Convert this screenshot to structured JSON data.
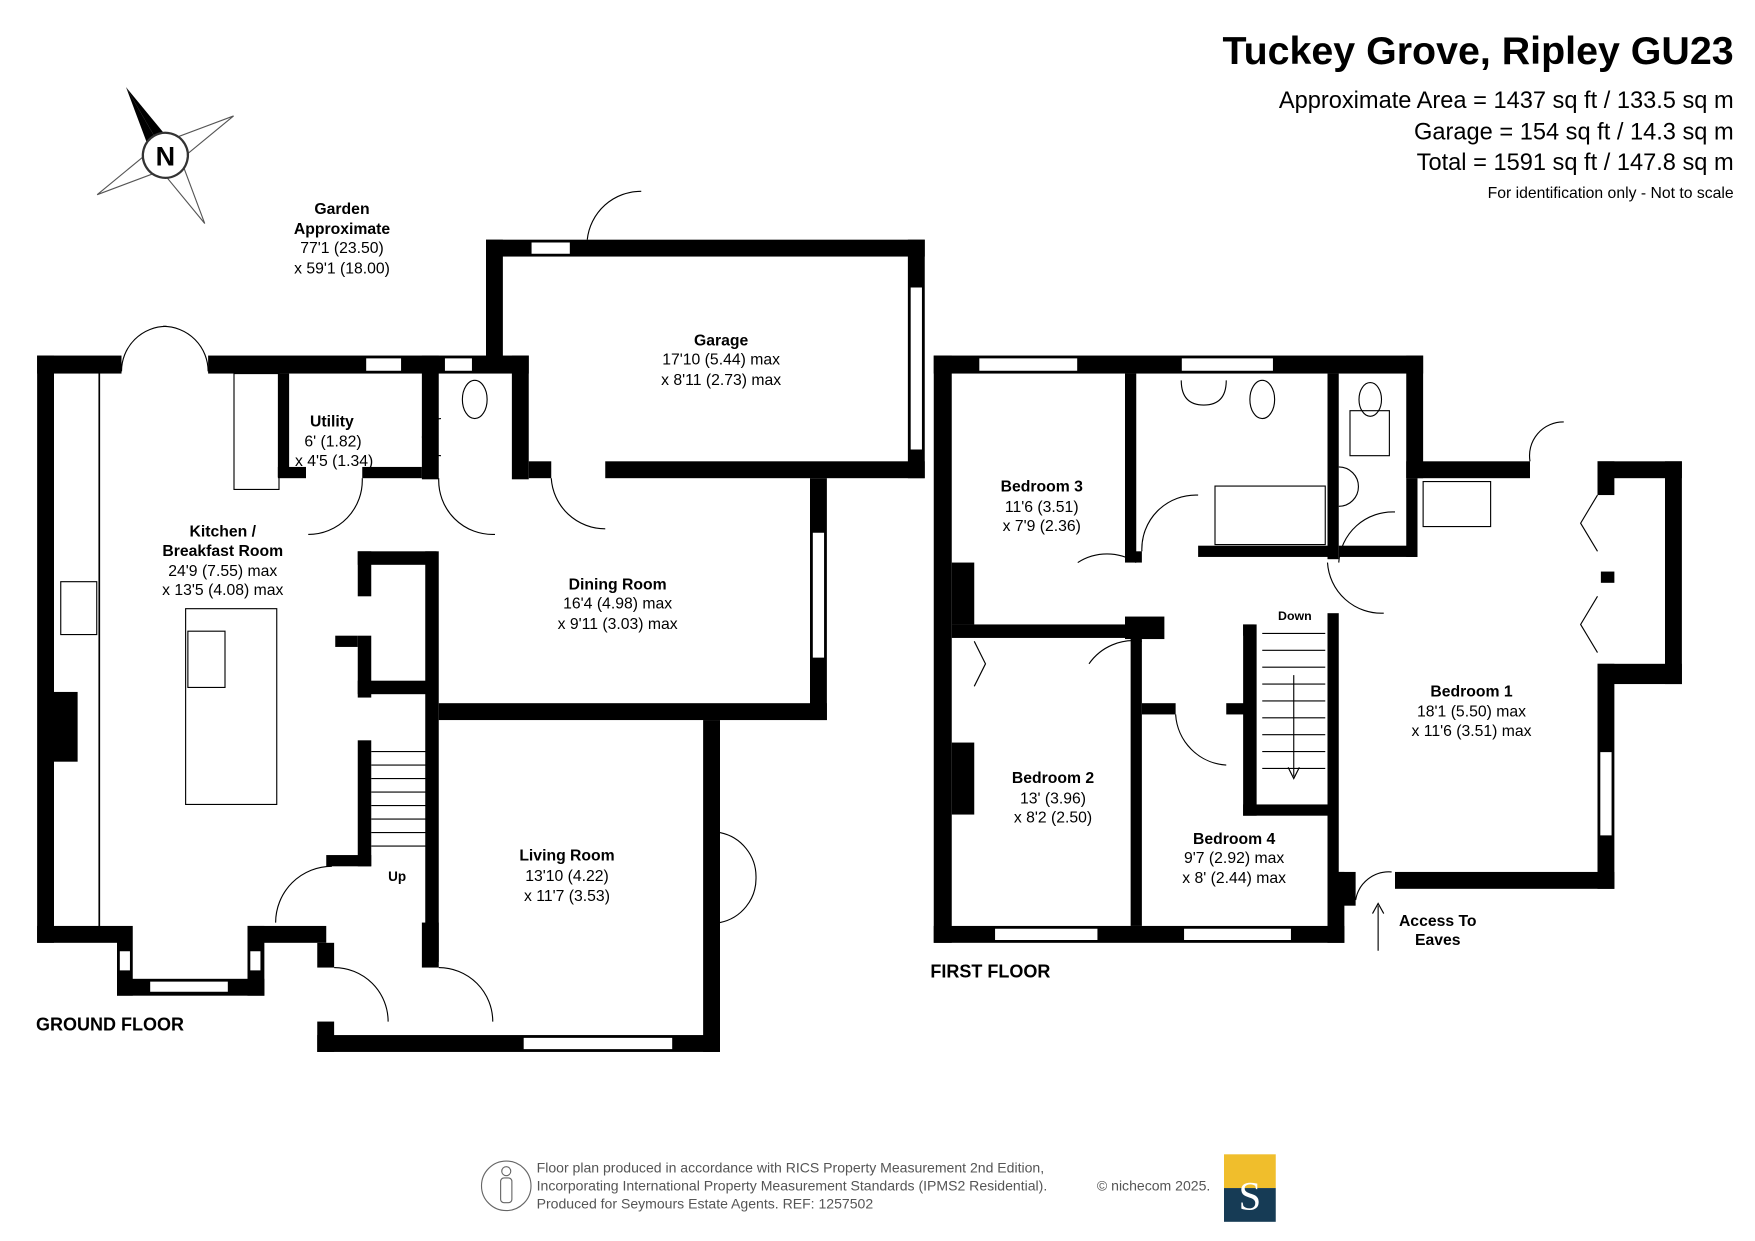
{
  "header": {
    "title": "Tuckey Grove, Ripley GU23",
    "area_lines": [
      "Approximate Area = 1437 sq ft / 133.5 sq m",
      "Garage = 154 sq ft / 14.3 sq m",
      "Total = 1591 sq ft / 147.8 sq m"
    ],
    "disclaimer": "For identification only - Not to scale"
  },
  "compass": {
    "letter": "N",
    "icon": "north-compass-icon"
  },
  "garden": {
    "lines": [
      "Garden",
      "Approximate",
      "77'1 (23.50)",
      "x 59'1 (18.00)"
    ]
  },
  "ground_floor": {
    "label": "GROUND FLOOR",
    "rooms": {
      "garage": [
        "Garage",
        "17'10 (5.44) max",
        "x 8'11 (2.73) max"
      ],
      "utility": [
        "Utility",
        "6' (1.82)",
        "x 4'5 (1.34)"
      ],
      "kitchen": [
        "Kitchen /",
        "Breakfast Room",
        "24'9 (7.55) max",
        "x 13'5 (4.08) max"
      ],
      "dining": [
        "Dining Room",
        "16'4 (4.98) max",
        "x 9'11 (3.03) max"
      ],
      "living": [
        "Living Room",
        "13'10 (4.22)",
        "x 11'7 (3.53)"
      ]
    },
    "stairs_label": "Up"
  },
  "first_floor": {
    "label": "FIRST FLOOR",
    "rooms": {
      "bedroom3": [
        "Bedroom 3",
        "11'6 (3.51)",
        "x 7'9 (2.36)"
      ],
      "bedroom2": [
        "Bedroom 2",
        "13' (3.96)",
        "x 8'2 (2.50)"
      ],
      "bedroom4": [
        "Bedroom 4",
        "9'7 (2.92) max",
        "x 8' (2.44) max"
      ],
      "bedroom1": [
        "Bedroom 1",
        "18'1 (5.50) max",
        "x 11'6 (3.51) max"
      ],
      "eaves": [
        "Access To",
        "Eaves"
      ]
    },
    "stairs_label": "Down"
  },
  "footer": {
    "lines": [
      "Floor plan produced in accordance with RICS Property Measurement 2nd Edition,",
      "Incorporating International Property Measurement Standards (IPMS2 Residential).",
      "Produced for Seymours Estate Agents.   REF: 1257502"
    ],
    "copyright": "© nichecom 2025.",
    "logo_letter": "S",
    "logo_colors": {
      "top": "#f0be2c",
      "bottom": "#163b55"
    }
  }
}
